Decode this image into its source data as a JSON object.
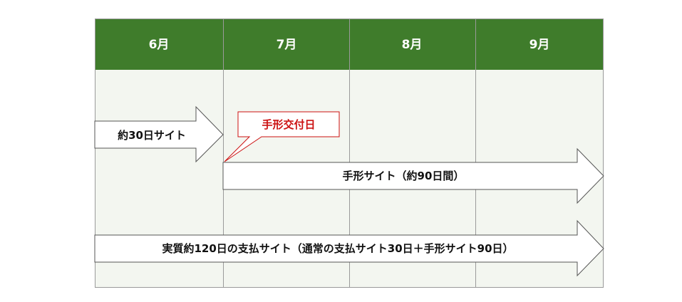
{
  "months": [
    "6月",
    "7月",
    "8月",
    "9月"
  ],
  "colors": {
    "header": "#3f7c2b",
    "body": "#f3f6f0",
    "grid": "#9a9a9a",
    "arrow_fill": "#ffffff",
    "arrow_stroke": "#555555",
    "callout": "#cc1111"
  },
  "arrows": {
    "site30": "約30日サイト",
    "bill": "手形サイト（約90日間）",
    "total": "実質約120日の支払サイト（通常の支払サイト30日＋手形サイト90日）"
  },
  "callout": "手形交付日"
}
